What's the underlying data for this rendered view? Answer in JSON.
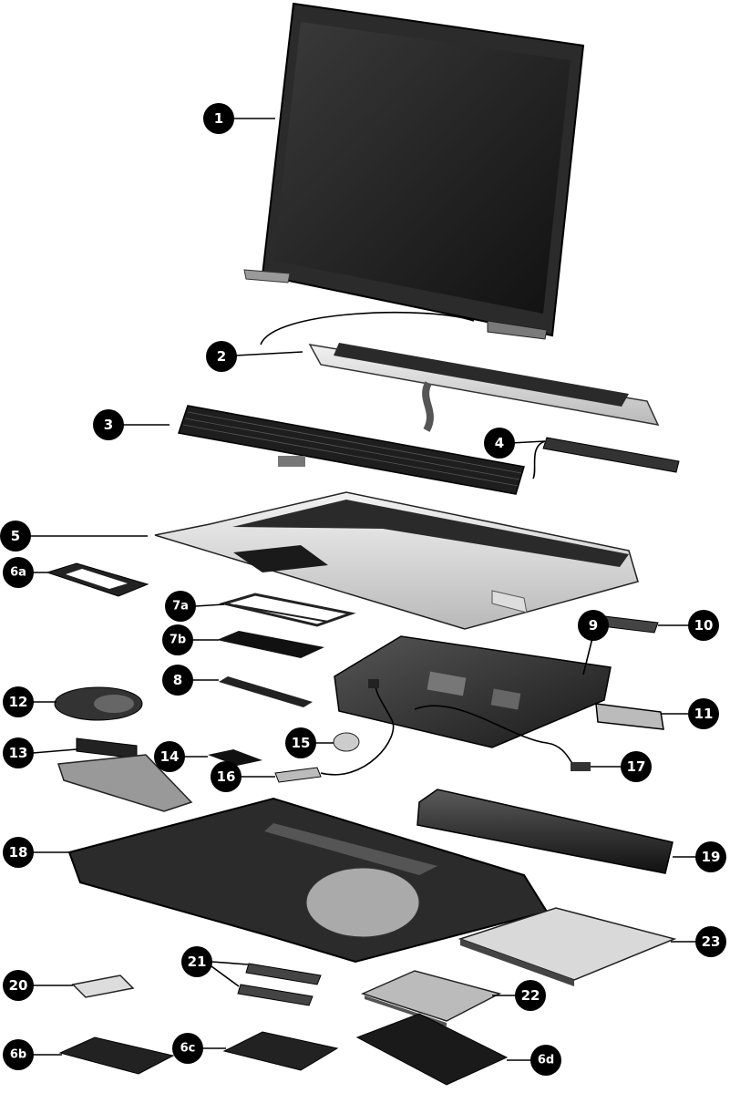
{
  "callouts": [
    {
      "id": "1",
      "label": "1"
    },
    {
      "id": "2",
      "label": "2"
    },
    {
      "id": "3",
      "label": "3"
    },
    {
      "id": "4",
      "label": "4"
    },
    {
      "id": "5",
      "label": "5"
    },
    {
      "id": "6a",
      "label": "6a"
    },
    {
      "id": "7a",
      "label": "7a"
    },
    {
      "id": "7b",
      "label": "7b"
    },
    {
      "id": "8",
      "label": "8"
    },
    {
      "id": "9",
      "label": "9"
    },
    {
      "id": "10",
      "label": "10"
    },
    {
      "id": "11",
      "label": "11"
    },
    {
      "id": "12",
      "label": "12"
    },
    {
      "id": "13",
      "label": "13"
    },
    {
      "id": "14",
      "label": "14"
    },
    {
      "id": "15",
      "label": "15"
    },
    {
      "id": "16",
      "label": "16"
    },
    {
      "id": "17",
      "label": "17"
    },
    {
      "id": "18",
      "label": "18"
    },
    {
      "id": "19",
      "label": "19"
    },
    {
      "id": "20",
      "label": "20"
    },
    {
      "id": "21",
      "label": "21"
    },
    {
      "id": "22",
      "label": "22"
    },
    {
      "id": "23",
      "label": "23"
    },
    {
      "id": "6b",
      "label": "6b"
    },
    {
      "id": "6c",
      "label": "6c"
    },
    {
      "id": "6d",
      "label": "6d"
    }
  ]
}
